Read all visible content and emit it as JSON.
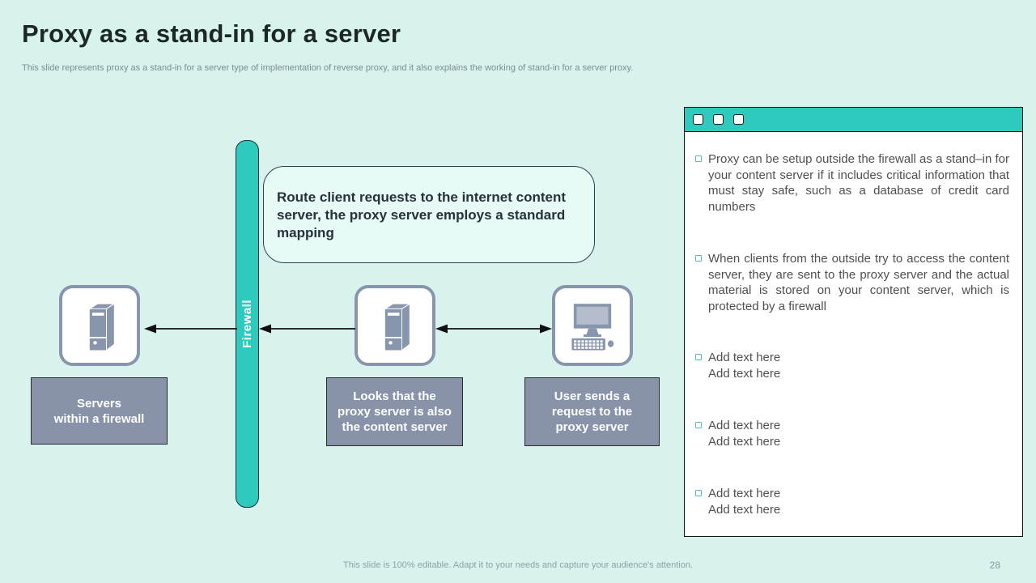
{
  "colors": {
    "background": "#d8f3ee",
    "accent_teal": "#2ecabe",
    "icon_gray": "#8795ad",
    "node_box_gray": "#8893a9",
    "bullet_square_teal": "#4cc0c4"
  },
  "header": {
    "title": "Proxy as a stand-in for a server",
    "subtitle": "This slide represents proxy as a stand-in for a server type of implementation of reverse proxy, and it also explains the working of stand-in for a server proxy."
  },
  "diagram": {
    "firewall_label": "Firewall",
    "callout_text": "Route client requests to the internet content server, the proxy server employs a standard mapping",
    "node_labels": {
      "servers": "Servers\nwithin a firewall",
      "proxy": "Looks that the\nproxy server is also\nthe content server",
      "user": "User sends a\nrequest to the\nproxy server"
    }
  },
  "panel": {
    "bullets": [
      {
        "text": "Proxy can be setup outside the firewall as a stand–in for your content server if it includes critical information that must stay safe, such as a database of credit card numbers"
      },
      {
        "text": "When clients from the outside try to access the content server, they are sent to the proxy server and the actual material is stored on your content server, which is protected by a firewall"
      },
      {
        "text": "Add text here\nAdd text here"
      },
      {
        "text": "Add text here\nAdd text here"
      },
      {
        "text": "Add text here\nAdd text here"
      }
    ]
  },
  "footer": {
    "note": "This slide is 100% editable. Adapt it to your needs and capture your audience's attention.",
    "page_number": "28"
  }
}
